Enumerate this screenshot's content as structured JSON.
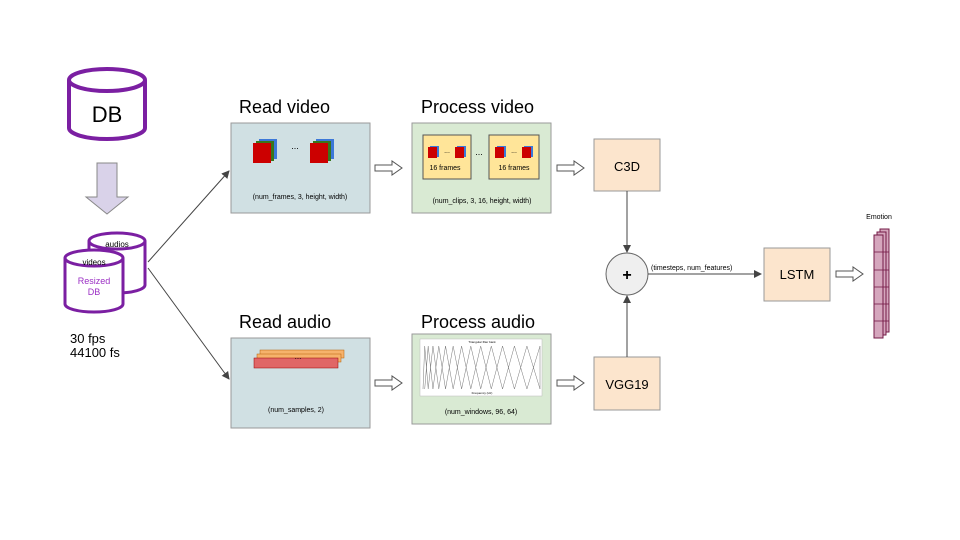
{
  "db": {
    "label": "DB",
    "videos_label": "videos",
    "audios_label": "audios",
    "resized_line1": "Resized",
    "resized_line2": "DB",
    "fps": "30 fps",
    "fs": "44100 fs"
  },
  "read_video": {
    "title": "Read video",
    "dots": "...",
    "shape": "(num_frames, 3, height, width)"
  },
  "process_video": {
    "title": "Process video",
    "dots": "...",
    "clip_label": "16 frames",
    "shape": "(num_clips, 3, 16, height, width)"
  },
  "read_audio": {
    "title": "Read audio",
    "dots": "...",
    "shape": "(num_samples, 2)"
  },
  "process_audio": {
    "title": "Process audio",
    "plot_title": "Triangular filter bank",
    "plot_xlabel": "Frequency (Hz)",
    "shape": "(num_windows, 96, 64)"
  },
  "c3d": {
    "label": "C3D"
  },
  "vgg19": {
    "label": "VGG19"
  },
  "merge": {
    "symbol": "+",
    "shape": "(timesteps, num_features)"
  },
  "lstm": {
    "label": "LSTM"
  },
  "output": {
    "label": "Emotion"
  },
  "colors": {
    "db_purple": "#7b1fa2",
    "panel_blue": "#d0e0e3",
    "panel_green": "#d9ead3",
    "model_peach": "#fce5cd",
    "emotion_pink": "#d5a6bd",
    "frame_red": "#cc0000",
    "clip_yellow": "#ffe599",
    "audio_orange": "#f6b26b",
    "audio_red": "#e06666"
  }
}
